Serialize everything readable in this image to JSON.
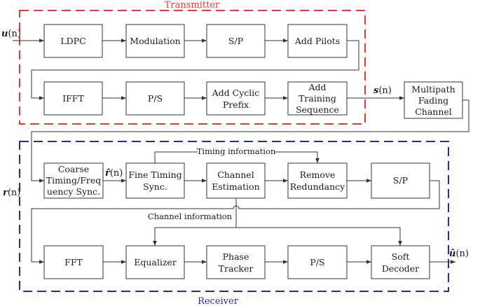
{
  "transmitter": {
    "title": "Transmitter",
    "color": "#e53935",
    "row1": [
      "LDPC",
      "Modulation",
      "S/P",
      "Add Pilots"
    ],
    "row2": [
      [
        "IFFT"
      ],
      [
        "P/S"
      ],
      [
        "Add Cyclic",
        "Prefix"
      ],
      [
        "Add",
        "Training",
        "Sequence"
      ]
    ]
  },
  "channel": {
    "lines": [
      "Multipath",
      "Fading",
      "Channel"
    ]
  },
  "receiver": {
    "title": "Receiver",
    "color": "#1f2fa8",
    "row1": [
      [
        "Coarse",
        "Timing/Freq",
        "uency Sync."
      ],
      [
        "Fine Timing",
        "Sync."
      ],
      [
        "Channel",
        "Estimation"
      ],
      [
        "Remove",
        "Redundancy"
      ],
      [
        "S/P"
      ]
    ],
    "row2": [
      [
        "FFT"
      ],
      [
        "Equalizer"
      ],
      [
        "Phase",
        "Tracker"
      ],
      [
        "P/S"
      ],
      [
        "Soft",
        "Decoder"
      ]
    ]
  },
  "signals": {
    "input": {
      "sym": "u",
      "arg": "(n)"
    },
    "tx_out": {
      "sym": "s",
      "arg": "(n)"
    },
    "rx_in": {
      "sym": "r",
      "arg": "(n)"
    },
    "rx_sync": {
      "sym": "r̂",
      "arg": "(n)"
    },
    "output": {
      "sym": "û",
      "arg": "(n)"
    }
  },
  "annotations": {
    "timing": "Timing information",
    "channel": "Channel information"
  }
}
